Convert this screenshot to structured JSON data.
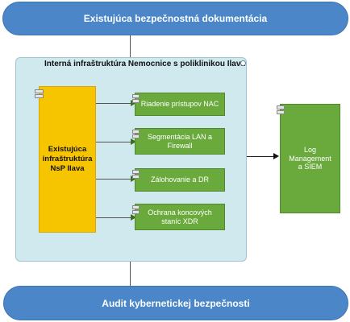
{
  "diagram": {
    "top_banner": "Existujúca bezpečnostná dokumentácia",
    "bottom_banner": "Audit kybernetickej bezpečnosti",
    "container": {
      "title": "Interná infraštruktúra Nemocnice s poliklinikou Ilava"
    },
    "core_box": {
      "label": "Existujúca infraštruktúra NsP Ilava"
    },
    "components": [
      {
        "label": "Riadenie prístupov NAC"
      },
      {
        "label": "Segmentácia LAN a Firewall"
      },
      {
        "label": "Zálohovanie a DR"
      },
      {
        "label": "Ochrana koncových staníc XDR"
      }
    ],
    "log_box": {
      "label": "Log Management a SIEM"
    },
    "colors": {
      "banner": "#4a86c8",
      "container": "#cfe9ee",
      "core": "#f7c400",
      "component": "#6aaa3c"
    }
  }
}
